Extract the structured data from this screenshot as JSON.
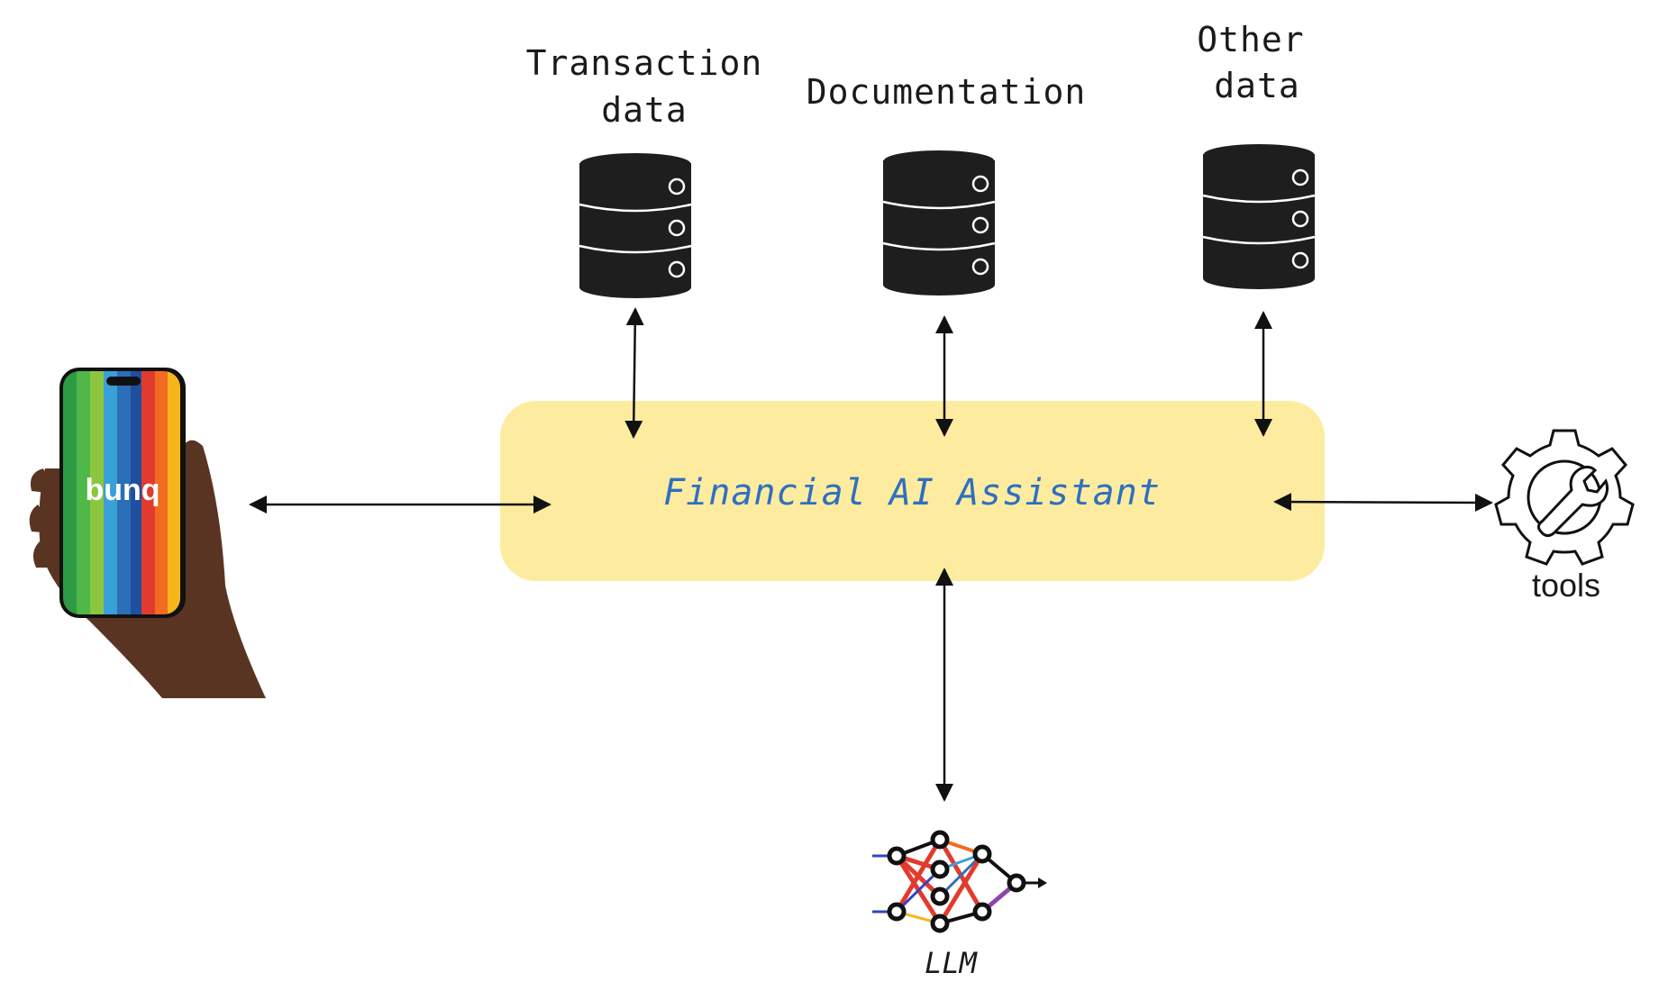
{
  "diagram": {
    "center": {
      "label": "Financial AI Assistant",
      "fill": "#fdeca0",
      "text_color": "#2f6fc0"
    },
    "data_sources": [
      {
        "label_line1": "Transaction",
        "label_line2": "data",
        "icon": "database-icon"
      },
      {
        "label_line1": "Documentation",
        "label_line2": "",
        "icon": "database-icon"
      },
      {
        "label_line1": "Other",
        "label_line2": "data",
        "icon": "database-icon"
      }
    ],
    "phone": {
      "brand": "bunq",
      "icon": "phone-in-hand-icon"
    },
    "tools": {
      "label": "tools",
      "icon": "gear-wrench-icon"
    },
    "llm": {
      "label": "LLM",
      "icon": "neural-network-icon"
    },
    "colors": {
      "arrow": "#111111",
      "database": "#1e1e1e",
      "stripes": [
        "#2e9a44",
        "#4fb848",
        "#8cc63f",
        "#3aa0d8",
        "#2c6fb8",
        "#1f4f9e",
        "#e23b2e",
        "#f26b21",
        "#f7b51c"
      ]
    }
  }
}
